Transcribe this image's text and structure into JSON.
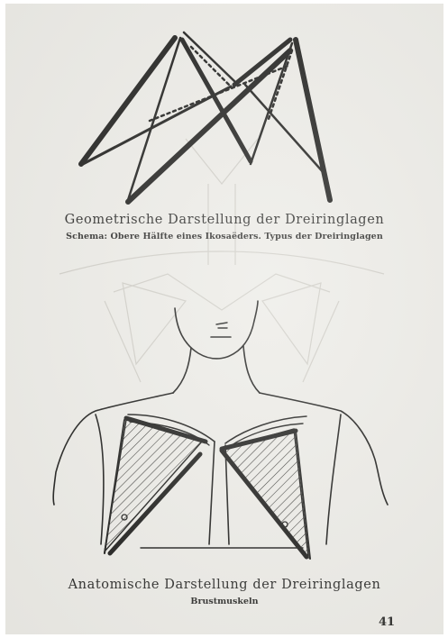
{
  "figure_top": {
    "caption_title": "Geometrische Darstellung der Dreiringlagen",
    "caption_subtitle": "Schema: Obere Hälfte eines Ikosaëders. Typus der Dreiringlagen"
  },
  "figure_bottom": {
    "caption_title": "Anatomische Darstellung der Dreiringlagen",
    "caption_subtitle": "Brustmuskeln"
  },
  "page_number": "41"
}
